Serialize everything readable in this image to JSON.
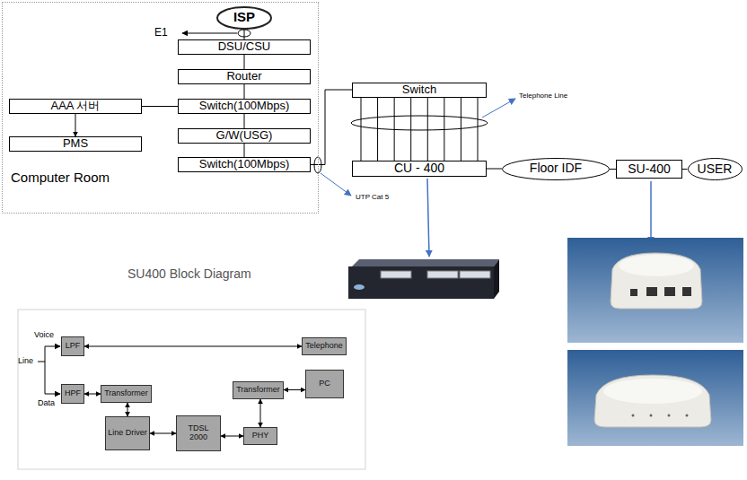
{
  "diagram": {
    "nodes": [
      {
        "text": [
          "Computer Room"
        ]
      },
      {
        "text": [
          "ISP"
        ],
        "in": 0
      },
      {
        "text": [
          "DSU/CSU"
        ],
        "in": 0
      },
      {
        "text": [
          "Router"
        ],
        "in": 0
      },
      {
        "text": [
          "AAA 서버"
        ],
        "in": 0
      },
      {
        "text": [
          "Switch(100Mbps)"
        ],
        "in": 0
      },
      {
        "text": [
          "PMS"
        ],
        "in": 0
      },
      {
        "text": [
          "G/W(USG)"
        ],
        "in": 0
      },
      {
        "text": [
          "Switch(100Mbps)"
        ],
        "in": 0
      },
      {
        "text": [
          "Switch"
        ]
      },
      {
        "text": [
          "CU - 400"
        ]
      },
      {
        "text": [
          "Floor IDF"
        ]
      },
      {
        "text": [
          "SU-400"
        ]
      },
      {
        "text": [
          "USER"
        ]
      },
      {
        "text": [
          "LPF"
        ]
      },
      {
        "text": [
          "Telephone"
        ]
      },
      {
        "text": [
          "HPF"
        ]
      },
      {
        "text": [
          "Transformer"
        ]
      },
      {
        "text": [
          "Transformer"
        ]
      },
      {
        "text": [
          "PC"
        ]
      },
      {
        "text": [
          "Line Driver"
        ]
      },
      {
        "text": [
          "TDSL 2000"
        ]
      },
      {
        "text": [
          "PHY"
        ]
      }
    ],
    "edges": [
      {
        "from": 1,
        "to": 2,
        "arrow": "none"
      },
      {
        "from": 2,
        "to": 3,
        "arrow": "none"
      },
      {
        "from": 3,
        "to": 5,
        "arrow": "none"
      },
      {
        "from": 5,
        "to": 4,
        "arrow": "none"
      },
      {
        "from": 4,
        "to": 6,
        "arrow": "to"
      },
      {
        "from": 5,
        "to": 7,
        "arrow": "none"
      },
      {
        "from": 7,
        "to": 8,
        "arrow": "none"
      },
      {
        "from": 8,
        "to": 9,
        "arrow": "none"
      },
      {
        "from": 9,
        "to": 10,
        "arrow": "none"
      },
      {
        "from": 9,
        "to": 10,
        "arrow": "none"
      },
      {
        "from": 9,
        "to": 10,
        "arrow": "none"
      },
      {
        "from": 9,
        "to": 10,
        "arrow": "none"
      },
      {
        "from": 9,
        "to": 10,
        "arrow": "none"
      },
      {
        "from": 9,
        "to": 10,
        "arrow": "none"
      },
      {
        "from": 9,
        "to": 10,
        "arrow": "none"
      },
      {
        "from": 9,
        "to": 10,
        "arrow": "none"
      },
      {
        "from": 10,
        "to": 11,
        "arrow": "none"
      },
      {
        "from": 11,
        "to": 12,
        "arrow": "none"
      },
      {
        "from": 12,
        "to": 13,
        "arrow": "none"
      },
      {
        "from": 14,
        "to": 15,
        "arrow": "both"
      },
      {
        "from": 16,
        "to": 17,
        "arrow": "both"
      },
      {
        "from": 17,
        "to": 20,
        "arrow": "both"
      },
      {
        "from": 20,
        "to": 21,
        "arrow": "both"
      },
      {
        "from": 21,
        "to": 22,
        "arrow": "both"
      },
      {
        "from": 22,
        "to": 18,
        "arrow": "both"
      },
      {
        "from": 18,
        "to": 19,
        "arrow": "both"
      }
    ],
    "labels": [
      "E1",
      "Telephone Line",
      "UTP Cat 5",
      "SU400 Block Diagram",
      "Voice",
      "Line",
      "Data"
    ]
  }
}
